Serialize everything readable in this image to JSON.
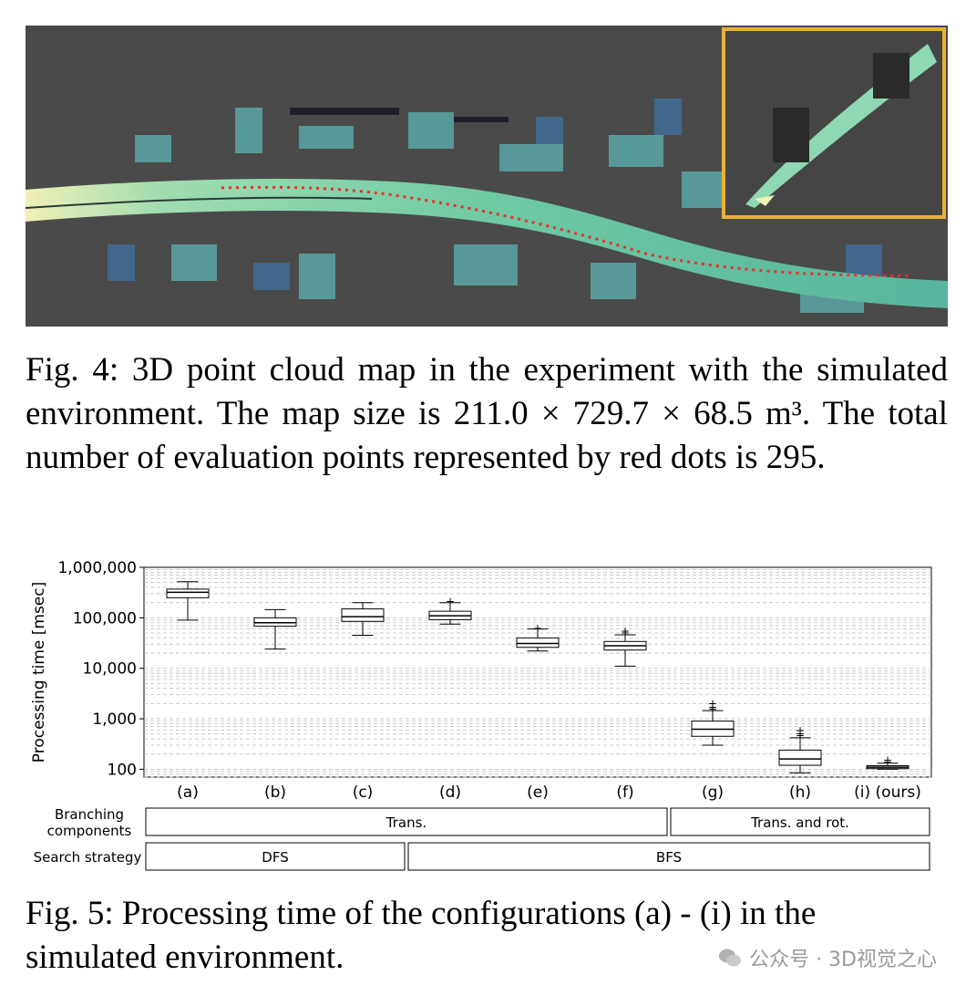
{
  "figure4": {
    "caption_prefix": "Fig. 4:",
    "caption_text": "3D point cloud map in the experiment with the simulated environment. The map size is 211.0 × 729.7 × 68.5 m³. The total number of evaluation points represented by red dots is 295.",
    "colors": {
      "background": "#4a4a4a",
      "cloud": "#6cc9a4",
      "path": "#e8322a",
      "inset_border": "#e8b13a"
    }
  },
  "figure5": {
    "caption_prefix": "Fig. 5:",
    "caption_line1": "Processing time of the configurations (a) - (i) in the",
    "caption_line2": "simulated environment."
  },
  "chart_data": {
    "type": "box",
    "ylabel": "Processing time [msec]",
    "yscale": "log",
    "ylim": [
      70,
      1000000
    ],
    "yticks": [
      "100",
      "1,000",
      "10,000",
      "100,000",
      "1,000,000"
    ],
    "grid": true,
    "categories": [
      "(a)",
      "(b)",
      "(c)",
      "(d)",
      "(e)",
      "(f)",
      "(g)",
      "(h)",
      "(i) (ours)"
    ],
    "boxes": [
      {
        "label": "(a)",
        "whislo": 90000,
        "q1": 250000,
        "med": 320000,
        "q3": 370000,
        "whishi": 520000,
        "fliers": []
      },
      {
        "label": "(b)",
        "whislo": 24000,
        "q1": 68000,
        "med": 80000,
        "q3": 100000,
        "whishi": 145000,
        "fliers": []
      },
      {
        "label": "(c)",
        "whislo": 45000,
        "q1": 85000,
        "med": 105000,
        "q3": 150000,
        "whishi": 200000,
        "fliers": []
      },
      {
        "label": "(d)",
        "whislo": 75000,
        "q1": 92000,
        "med": 110000,
        "q3": 135000,
        "whishi": 200000,
        "fliers": [
          210000
        ]
      },
      {
        "label": "(e)",
        "whislo": 22000,
        "q1": 26000,
        "med": 31000,
        "q3": 40000,
        "whishi": 60000,
        "fliers": [
          62000
        ]
      },
      {
        "label": "(f)",
        "whislo": 11000,
        "q1": 23000,
        "med": 28000,
        "q3": 34000,
        "whishi": 46000,
        "fliers": [
          50000,
          54000
        ]
      },
      {
        "label": "(g)",
        "whislo": 300,
        "q1": 450,
        "med": 620,
        "q3": 900,
        "whishi": 1450,
        "fliers": [
          1550,
          1700,
          2000
        ]
      },
      {
        "label": "(h)",
        "whislo": 85,
        "q1": 120,
        "med": 160,
        "q3": 240,
        "whishi": 420,
        "fliers": [
          460,
          500,
          580
        ]
      },
      {
        "label": "(i) (ours)",
        "whislo": 100,
        "q1": 103,
        "med": 110,
        "q3": 118,
        "whishi": 132,
        "fliers": [
          140,
          150
        ]
      }
    ],
    "table": {
      "rows": [
        {
          "label_line1": "Branching",
          "label_line2": "components",
          "cells": [
            {
              "text": "Trans.",
              "span": [
                0,
                5
              ]
            },
            {
              "text": "Trans. and rot.",
              "span": [
                6,
                8
              ]
            }
          ]
        },
        {
          "label_line1": "Search strategy",
          "label_line2": "",
          "cells": [
            {
              "text": "DFS",
              "span": [
                0,
                2
              ]
            },
            {
              "text": "BFS",
              "span": [
                3,
                8
              ]
            }
          ]
        }
      ]
    }
  },
  "watermark": {
    "text": "公众号 · 3D视觉之心"
  }
}
